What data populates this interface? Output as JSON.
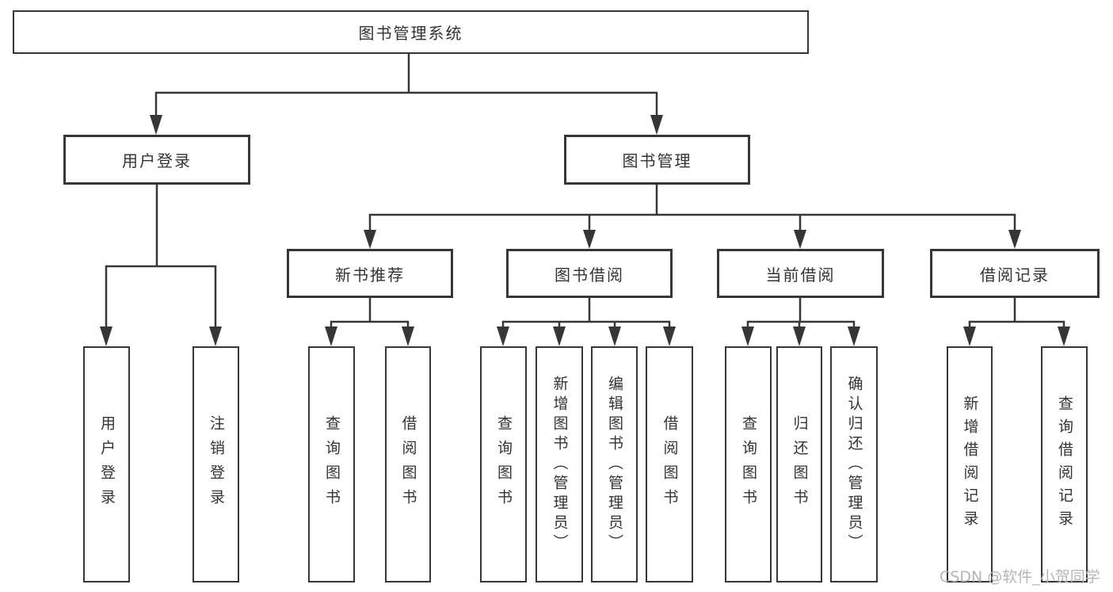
{
  "tree": {
    "root": {
      "label": "图书管理系统"
    },
    "children": [
      {
        "label": "用户登录",
        "children": [
          {
            "label": "用户登录"
          },
          {
            "label": "注销登录"
          }
        ]
      },
      {
        "label": "图书管理",
        "children": [
          {
            "label": "新书推荐",
            "children": [
              {
                "label": "查询图书"
              },
              {
                "label": "借阅图书"
              }
            ]
          },
          {
            "label": "图书借阅",
            "children": [
              {
                "label": "查询图书"
              },
              {
                "label": "新增图书（管理员）"
              },
              {
                "label": "编辑图书（管理员）"
              },
              {
                "label": "借阅图书"
              }
            ]
          },
          {
            "label": "当前借阅",
            "children": [
              {
                "label": "查询图书"
              },
              {
                "label": "归还图书"
              },
              {
                "label": "确认归还（管理员）"
              }
            ]
          },
          {
            "label": "借阅记录",
            "children": [
              {
                "label": "新增借阅记录"
              },
              {
                "label": "查询借阅记录"
              }
            ]
          }
        ]
      }
    ]
  },
  "watermark": {
    "text": "CSDN @软件_小贺同学"
  },
  "colors": {
    "line": "#363636",
    "text": "#333333",
    "watermark": "#b6b4b6",
    "background": "#ffffff"
  }
}
